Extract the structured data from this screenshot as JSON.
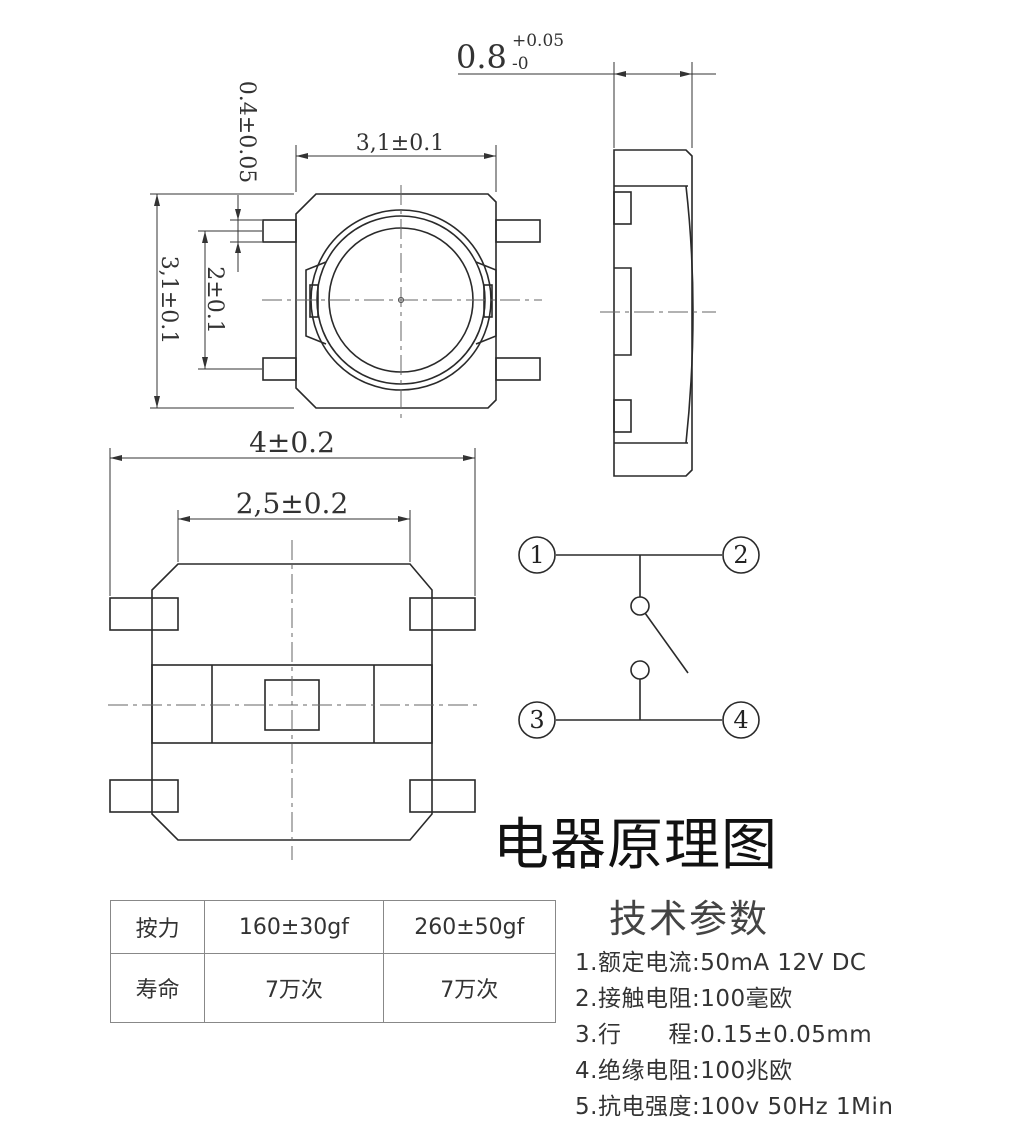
{
  "dimensions": {
    "top_width": "3,1±0.1",
    "top_height": "3,1±0.1",
    "pin_pitch": "2±0.1",
    "pin_width": "0.4±0.05",
    "thickness_base": "0.8",
    "thickness_tol_plus": "+0.05",
    "thickness_tol_minus": "-0",
    "overall_length": "4±0.2",
    "body_length": "2,5±0.2"
  },
  "schematic": {
    "pins": [
      "1",
      "2",
      "3",
      "4"
    ]
  },
  "diagram_title": "电器原理图",
  "spec_table": {
    "rows": [
      [
        "按力",
        "160±30gf",
        "260±50gf"
      ],
      [
        "寿命",
        "7万次",
        "7万次"
      ]
    ]
  },
  "params": {
    "title": "技术参数",
    "items": [
      "1.额定电流:50mA 12V DC",
      "2.接触电阻:100毫欧",
      "3.行　　程:0.15±0.05mm",
      "4.绝缘电阻:100兆欧",
      "5.抗电强度:100v 50Hz 1Min"
    ]
  }
}
